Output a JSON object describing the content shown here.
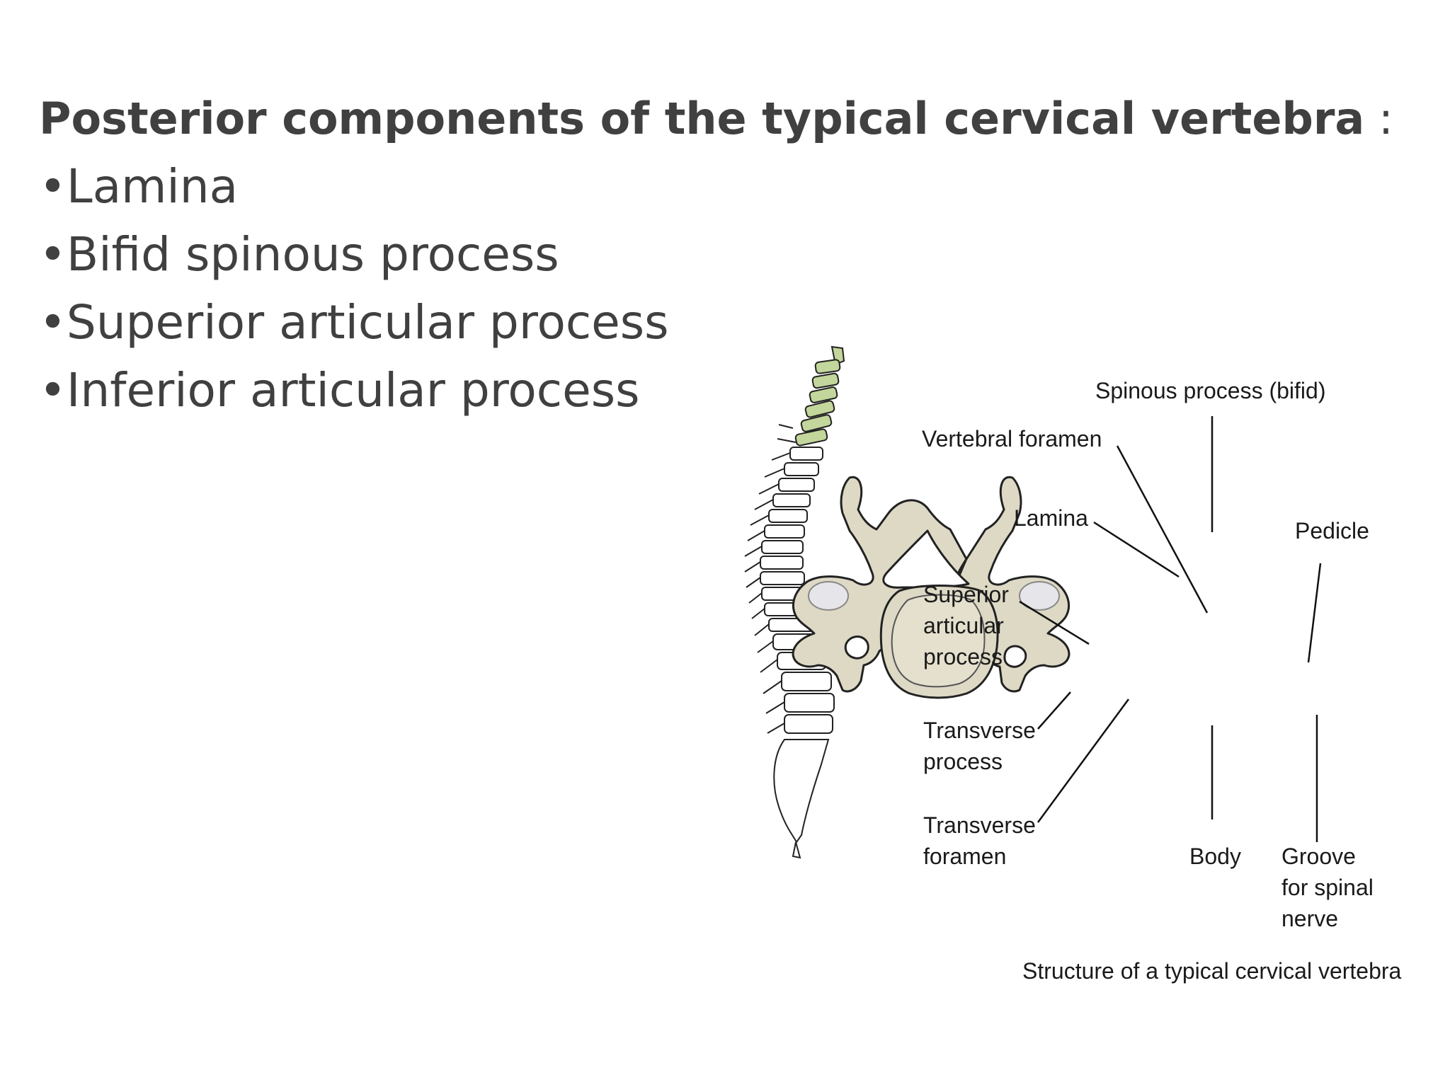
{
  "slide": {
    "heading": "Posterior components of the typical cervical vertebra",
    "heading_suffix": ":",
    "bullets": [
      "•Lamina",
      "•Bifid spinous process",
      "•Superior articular process",
      "•Inferior articular process"
    ]
  },
  "figure": {
    "labels": {
      "spinous_process": "Spinous process (bifid)",
      "vertebral_foramen": "Vertebral foramen",
      "lamina": "Lamina",
      "pedicle": "Pedicle",
      "superior_articular_process": "Superior\narticular\nprocess",
      "transverse_process": "Transverse\nprocess",
      "transverse_foramen": "Transverse\nforamen",
      "body": "Body",
      "groove_spinal_nerve": "Groove\nfor spinal\nnerve"
    },
    "caption": "Structure of a typical cervical vertebra",
    "colors": {
      "bone": "#ddd9c5",
      "cervical_highlight": "#c3d69b",
      "outline": "#222222",
      "facet": "#e6e6ea"
    },
    "icons": [
      "vertebral-column-illustration",
      "cervical-vertebra-illustration"
    ]
  }
}
